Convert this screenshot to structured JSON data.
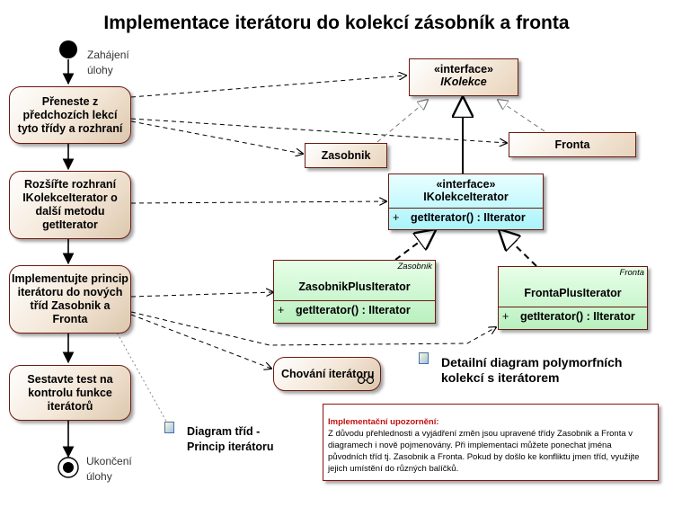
{
  "title": "Implementace iterátoru do kolekcí zásobník a fronta",
  "start_label": "Zahájení úlohy",
  "end_label": "Ukončení úlohy",
  "actions": [
    "Přeneste z předchozích lekcí tyto třídy a rozhraní",
    "Rozšířte rozhraní IKolekceIterator o další metodu getIterator",
    "Implementujte princip iterátoru do nových tříd Zasobnik a Fronta",
    "Sestavte test na kontrolu funkce iterátorů"
  ],
  "classes": {
    "ikolekce": {
      "stereotype": "«interface»",
      "name": "IKolekce"
    },
    "zasobnik": {
      "name": "Zasobnik"
    },
    "fronta": {
      "name": "Fronta"
    },
    "ikolekce_iterator": {
      "stereotype": "«interface»",
      "name": "IKolekceIterator",
      "operation_vis": "+",
      "operation": "getIterator() : IIterator"
    },
    "zasobnik_plus": {
      "package": "Zasobnik",
      "name": "ZasobnikPlusIterator",
      "operation_vis": "+",
      "operation": "getIterator() : IIterator"
    },
    "fronta_plus": {
      "package": "Fronta",
      "name": "FrontaPlusIterator",
      "operation_vis": "+",
      "operation": "getIterator() : IIterator"
    }
  },
  "activity": {
    "name": "Chování iterátoru"
  },
  "diagram_links": [
    "Detailní diagram polymorfních kolekcí s iterátorem",
    "Diagram tříd - Princip iterátoru"
  ],
  "note": {
    "title": "Implementační upozornění:",
    "text": "Z důvodu přehlednosti a vyjádření změn jsou upravené třídy Zasobnik a Fronta v diagramech i nově pojmenovány. Při implementaci můžete ponechat jména původních tříd tj. Zasobnik a Fronta. Pokud by došlo ke konfliktu jmen tříd, využijte jejich umístění do různých balíčků."
  }
}
